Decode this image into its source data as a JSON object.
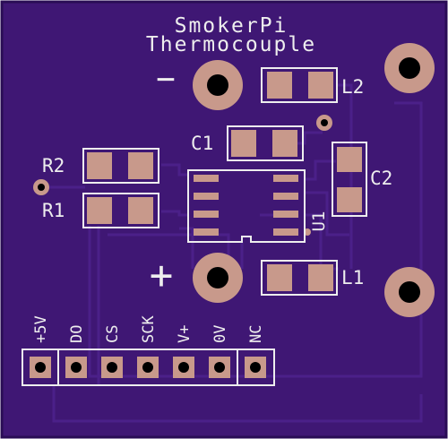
{
  "board": {
    "title_line1": "SmokerPi",
    "title_line2": "Thermocouple"
  },
  "polarity": {
    "minus": "−",
    "plus": "+"
  },
  "components": {
    "r1": "R1",
    "r2": "R2",
    "c1": "C1",
    "c2": "C2",
    "l1": "L1",
    "l2": "L2",
    "u1": "U1"
  },
  "header_pins": [
    "+5V",
    "DO",
    "CS",
    "SCK",
    "V+",
    "0V",
    "NC"
  ],
  "colors": {
    "board": "#3f1774",
    "board_edge": "#2a0d55",
    "trace": "#4a1f86",
    "pad": "#c8998b",
    "silkscreen": "#eeeeee",
    "hole": "#000000"
  }
}
